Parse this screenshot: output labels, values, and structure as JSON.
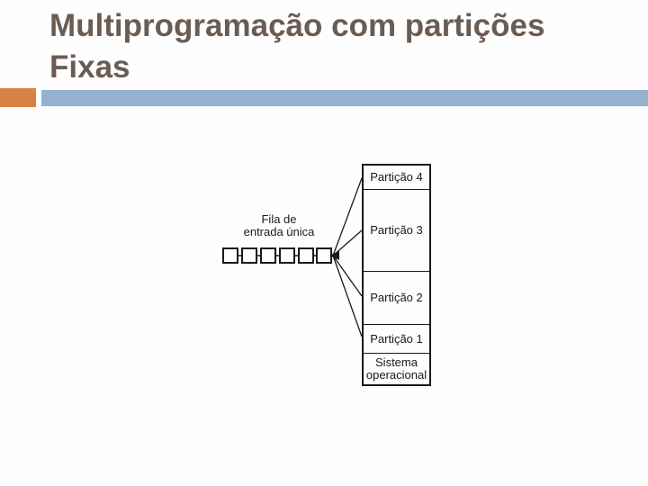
{
  "slide": {
    "title": {
      "text": "Multiprogramação com partições Fixas",
      "lines": [
        "Multiprogramação com partições",
        "Fixas"
      ]
    },
    "colors": {
      "title_text": "#6b5c52",
      "accent_orange": "#d78244",
      "accent_blue": "#94b1d0",
      "diagram_ink": "#1a1a1a"
    },
    "diagram": {
      "queue_label": "Fila de\nentrada única",
      "queue_process_count": 6,
      "memory_partitions": [
        "Partição 4",
        "Partição 3",
        "Partição 2",
        "Partição 1",
        "Sistema operacional"
      ]
    }
  }
}
